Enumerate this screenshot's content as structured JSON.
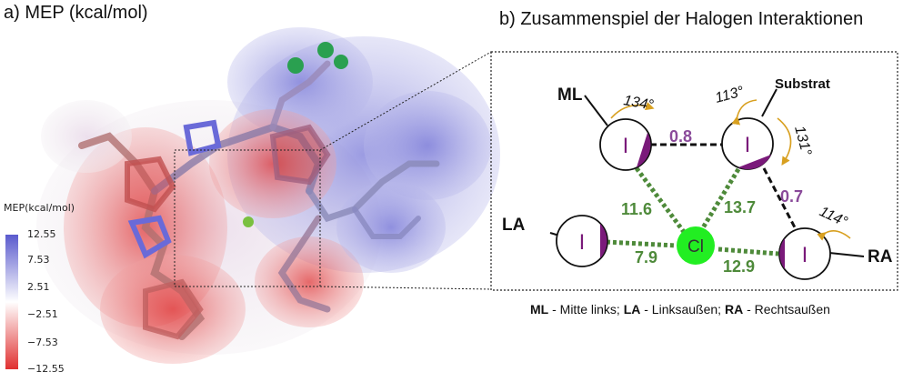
{
  "panel_a": {
    "title": "a) MEP (kcal/mol)",
    "legend": {
      "title": "MEP(kcal/mol)",
      "ticks": [
        "12.55",
        "7.53",
        "2.51",
        "−2.51",
        "−7.53",
        "−12.55"
      ],
      "colors": {
        "top": "#5a5acd",
        "mid": "#ffffff",
        "bottom": "#e03030"
      }
    }
  },
  "panel_b": {
    "title": "b) Zusammenspiel der Halogen Interaktionen",
    "nodes": {
      "ml": {
        "label": "ML",
        "symbol": "I"
      },
      "substrat": {
        "label": "Substrat",
        "symbol": "I"
      },
      "la": {
        "label": "LA",
        "symbol": "I"
      },
      "ra": {
        "label": "RA",
        "symbol": "I"
      },
      "cl": {
        "symbol": "Cl"
      }
    },
    "angles": {
      "ml": "134°",
      "substrat_left": "113°",
      "substrat_right": "131°",
      "ra": "114°"
    },
    "distances": {
      "ml_substrat": "0.8",
      "substrat_ra": "0.7",
      "ml_cl": "11.6",
      "substrat_cl": "13.7",
      "la_cl": "7.9",
      "ra_cl": "12.9"
    },
    "colors": {
      "purple": "#8a4a9a",
      "green": "#4e8a3a",
      "cl_fill": "#22ee22",
      "arrow": "#d8a020"
    },
    "caption": {
      "ml_abbr": "ML",
      "ml_text": " - Mitte links; ",
      "la_abbr": "LA",
      "la_text": " - Linksaußen; ",
      "ra_abbr": "RA",
      "ra_text": " - Rechtsaußen"
    }
  }
}
